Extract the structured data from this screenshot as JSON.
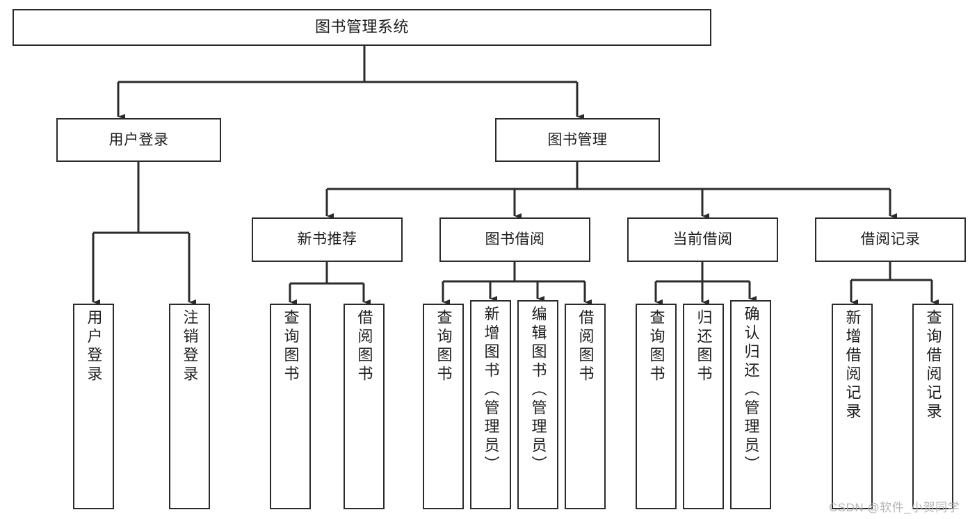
{
  "diagram": {
    "title": "图书管理系统",
    "type": "tree-hierarchy-chart",
    "orientation": "top-down",
    "line_color": "#2b2b2b",
    "box_fill": "#ffffff",
    "text_color": "#1d1d1d"
  },
  "nodes": {
    "root": {
      "label": "图书管理系统"
    },
    "level1": [
      {
        "label": "用户登录"
      },
      {
        "label": "图书管理"
      }
    ],
    "level2": [
      {
        "label": "新书推荐"
      },
      {
        "label": "图书借阅"
      },
      {
        "label": "当前借阅"
      },
      {
        "label": "借阅记录"
      }
    ],
    "leaves": {
      "user_login": [
        {
          "label": "用户登录"
        },
        {
          "label": "注销登录"
        }
      ],
      "new_book_recommend": [
        {
          "label": "查询图书"
        },
        {
          "label": "借阅图书"
        }
      ],
      "book_borrow": [
        {
          "label": "查询图书"
        },
        {
          "label": "新增图书（管理员）"
        },
        {
          "label": "编辑图书（管理员）"
        },
        {
          "label": "借阅图书"
        }
      ],
      "current_borrow": [
        {
          "label": "查询图书"
        },
        {
          "label": "归还图书"
        },
        {
          "label": "确认归还（管理员）"
        }
      ],
      "borrow_record": [
        {
          "label": "新增借阅记录"
        },
        {
          "label": "查询借阅记录"
        }
      ]
    }
  },
  "watermark": {
    "text": "CSDN @软件_小贺同学",
    "color": "#b6b6b6"
  }
}
